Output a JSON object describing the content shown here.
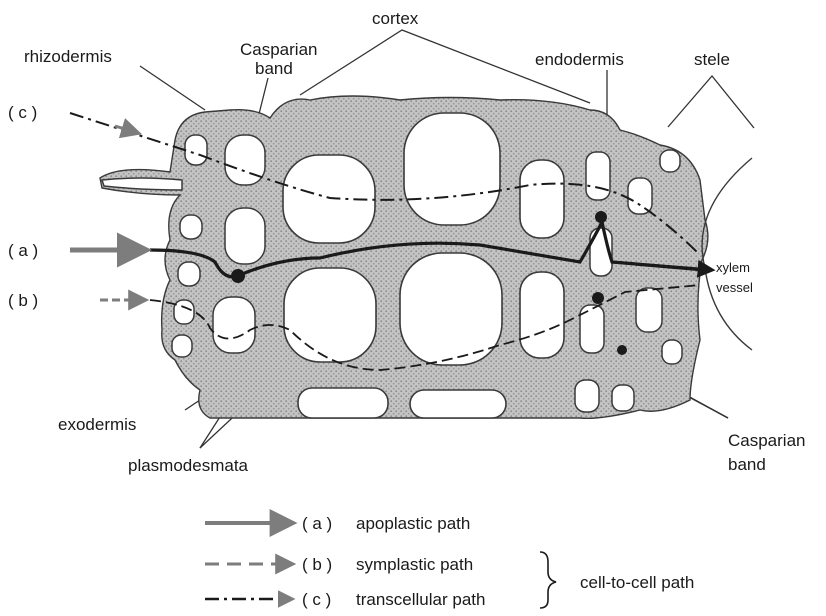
{
  "labels": {
    "cortex": "cortex",
    "rhizodermis": "rhizodermis",
    "casparian_band_top_line1": "Casparian",
    "casparian_band_top_line2": "band",
    "endodermis": "endodermis",
    "stele": "stele",
    "exodermis": "exodermis",
    "plasmodesmata": "plasmodesmata",
    "casparian_band_right_line1": "Casparian",
    "casparian_band_right_line2": "band",
    "xylem_line1": "xylem",
    "xylem_line2": "vessel"
  },
  "path_markers": {
    "c": "( c )",
    "a": "( a )",
    "b": "( b )"
  },
  "legend": {
    "items": [
      {
        "marker": "( a )",
        "text": "apoplastic path"
      },
      {
        "marker": "( b )",
        "text": "symplastic path"
      },
      {
        "marker": "( c )",
        "text": "transcellular path"
      }
    ],
    "group_label": "cell-to-cell path"
  },
  "colors": {
    "cell_wall_fill": "#b9b9b9",
    "outline": "#3a3a3a",
    "path_line": "#1a1a1a",
    "arrow_grey": "#7d7d7d"
  }
}
